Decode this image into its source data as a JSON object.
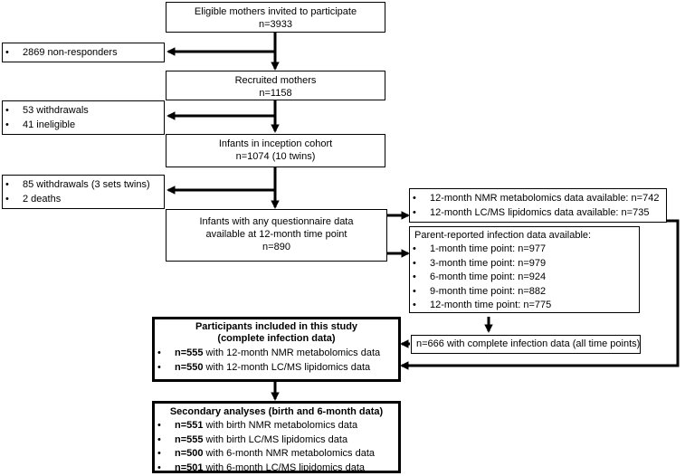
{
  "step1": {
    "line1": "Eligible mothers invited to participate",
    "line2": "n=3933"
  },
  "exclusion1": [
    "2869 non-responders"
  ],
  "step2": {
    "line1": "Recruited mothers",
    "line2": "n=1158"
  },
  "exclusion2": [
    "53 withdrawals",
    "41 ineligible"
  ],
  "step3": {
    "line1": "Infants in inception cohort",
    "line2": "n=1074 (10 twins)"
  },
  "exclusion3": [
    "85 withdrawals (3 sets twins)",
    "2 deaths"
  ],
  "step4": {
    "line1": "Infants with any questionnaire data",
    "line2": "available at 12-month time point",
    "line3": "n=890"
  },
  "metabolomics": [
    "12-month NMR metabolomics data available: n=742",
    "12-month LC/MS lipidomics data available: n=735"
  ],
  "infection": {
    "header": "Parent-reported infection data available:",
    "items": [
      "1-month time point: n=977",
      "3-month time point: n=979",
      "6-month time point: n=924",
      "9-month time point: n=882",
      "12-month time point: n=775"
    ]
  },
  "complete": {
    "text": "n=666 with complete infection data (all time points)"
  },
  "study": {
    "title1": "Participants included in this study",
    "title2": "(complete infection data)",
    "items": [
      {
        "n": "n=555",
        "text": " with 12-month NMR metabolomics data"
      },
      {
        "n": "n=550",
        "text": " with 12-month LC/MS lipidomics data"
      }
    ]
  },
  "secondary": {
    "title": "Secondary analyses (birth and 6-month data)",
    "items": [
      {
        "n": "n=551",
        "text": " with birth NMR metabolomics data"
      },
      {
        "n": "n=555",
        "text": " with birth LC/MS lipidomics data"
      },
      {
        "n": "n=500",
        "text": " with 6-month NMR metabolomics data"
      },
      {
        "n": "n=501",
        "text": " with 6-month LC/MS lipidomics data"
      }
    ]
  }
}
